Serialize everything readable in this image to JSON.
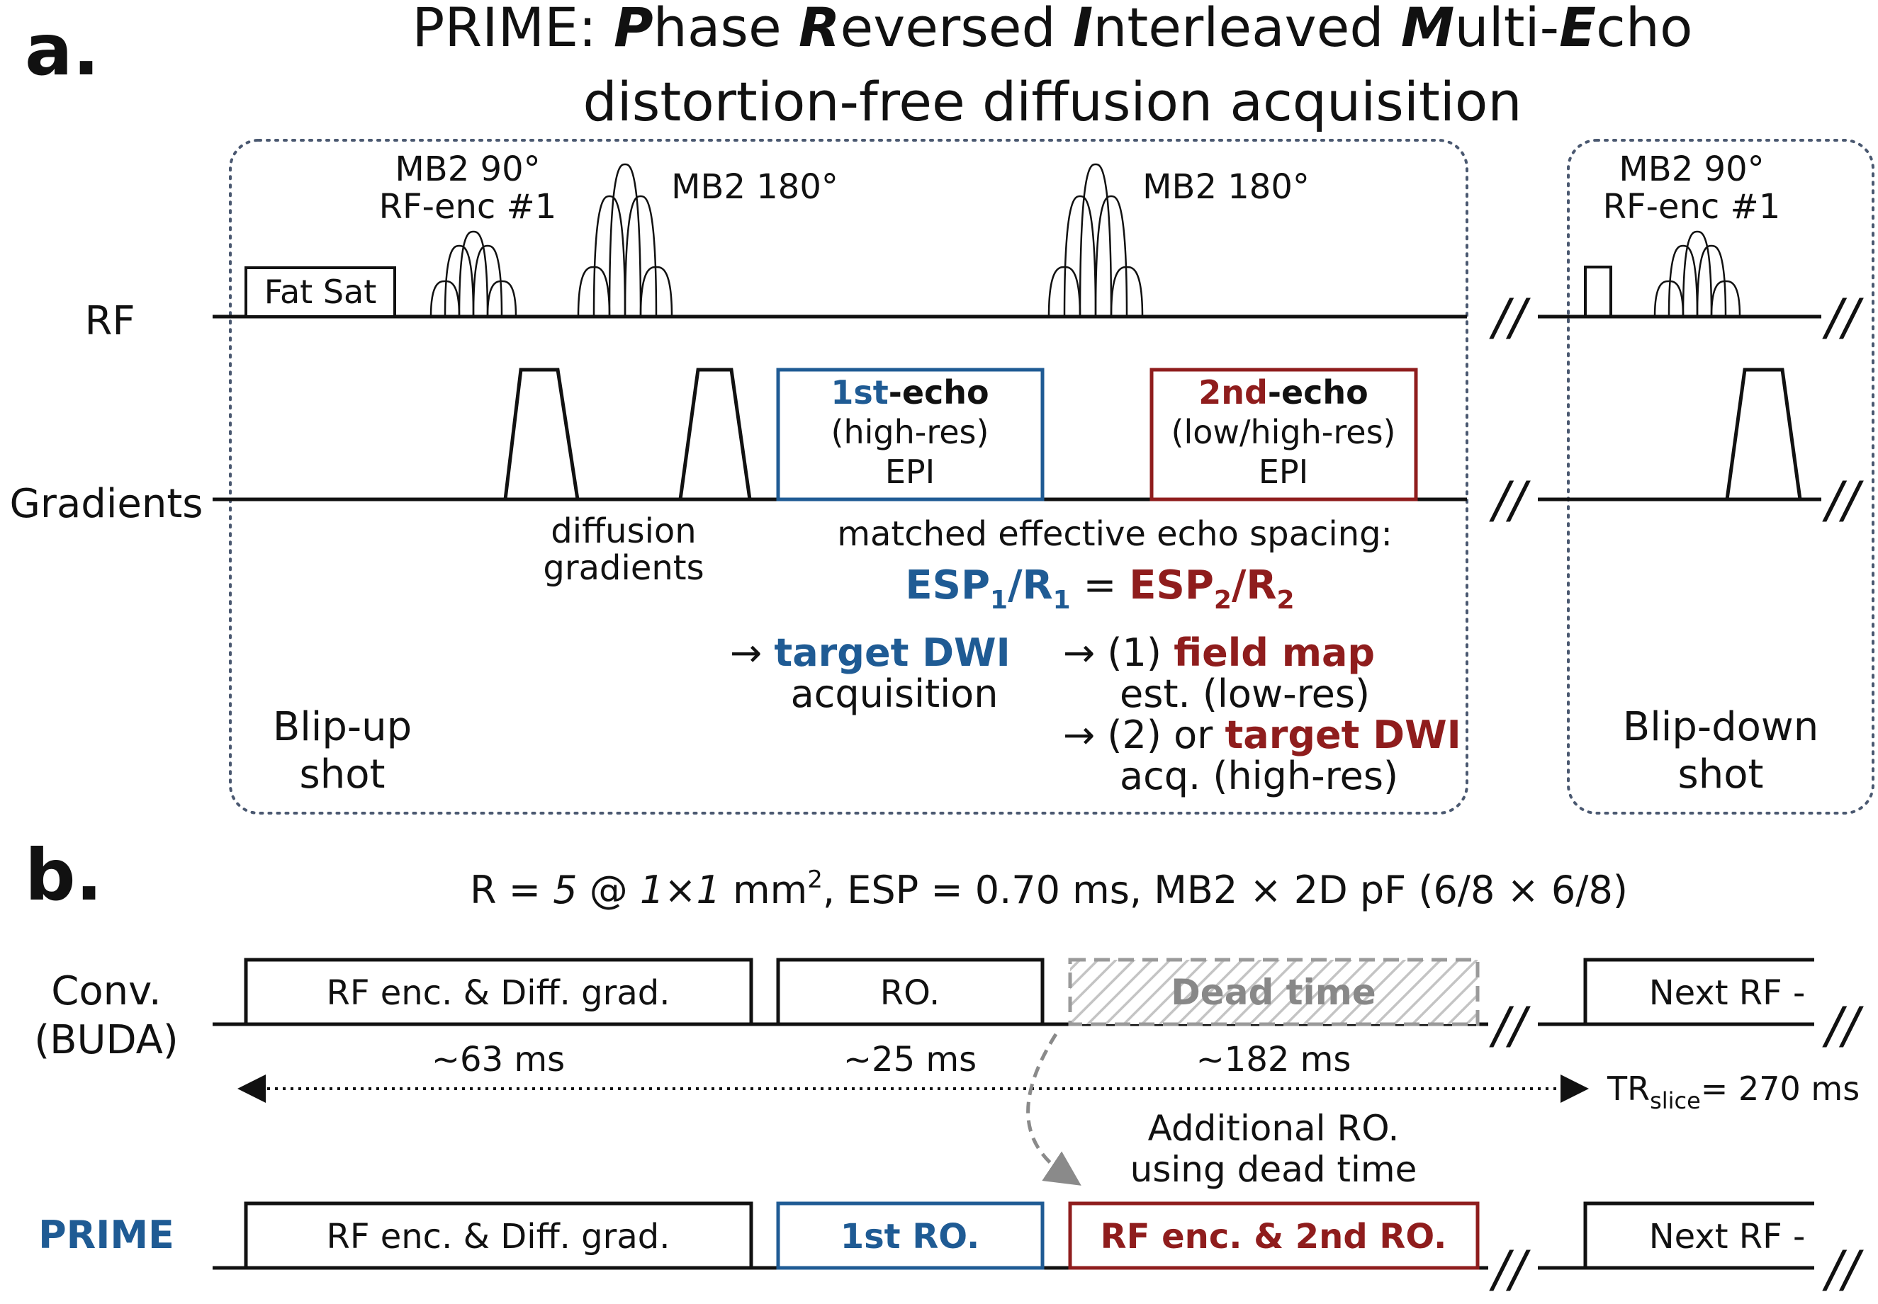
{
  "colors": {
    "black": "#111111",
    "blue": "#1f5b94",
    "red": "#8f1d1d",
    "gray": "#9a9a9a",
    "box_dotted": "#4a5870"
  },
  "panel_a": {
    "label": "a.",
    "title": {
      "line1": [
        {
          "text": "PRIME: ",
          "bold": false
        },
        {
          "text": "P",
          "bold": true
        },
        {
          "text": "hase ",
          "bold": false
        },
        {
          "text": "R",
          "bold": true
        },
        {
          "text": "eversed ",
          "bold": false
        },
        {
          "text": "I",
          "bold": true
        },
        {
          "text": "nterleaved ",
          "bold": false
        },
        {
          "text": "M",
          "bold": true
        },
        {
          "text": "ulti-",
          "bold": false
        },
        {
          "text": "E",
          "bold": true
        },
        {
          "text": "cho",
          "bold": false
        }
      ],
      "line2": "distortion-free diffusion acquisition"
    },
    "row_rf": "RF",
    "row_gradients": "Gradients",
    "fat_sat": "Fat Sat",
    "mb2_90_line1": "MB2 90°",
    "mb2_90_line2": "RF-enc #1",
    "mb2_180_a": "MB2 180°",
    "mb2_180_b": "MB2 180°",
    "diffusion_gradients_1": "diffusion",
    "diffusion_gradients_2": "gradients",
    "echo1": {
      "title_colored": "1st",
      "title_rest": "-echo",
      "line2": "(high-res)",
      "line3": "EPI"
    },
    "echo2": {
      "title_colored": "2nd",
      "title_rest": "-echo",
      "line2": "(low/high-res)",
      "line3": "EPI"
    },
    "matched_text": "matched effective echo spacing:",
    "formula": {
      "left": "ESP",
      "left_sub": "1",
      "left_r": "/R",
      "left_r_sub": "1",
      "eq": " = ",
      "right": "ESP",
      "right_sub": "2",
      "right_r": "/R",
      "right_r_sub": "2"
    },
    "target_dwi_arrow": "→",
    "target_dwi_colored": "target DWI",
    "target_dwi_line2": "acquisition",
    "opt1_arrow": "→",
    "opt1_prefix": "(1) ",
    "opt1_colored": "field map",
    "opt1_line2": "est. (low-res)",
    "opt2_arrow": "→",
    "opt2_prefix": "(2) or ",
    "opt2_colored": "target DWI",
    "opt2_line2": "acq. (high-res)",
    "blip_up_1": "Blip-up",
    "blip_up_2": "shot",
    "blip_down_1": "Blip-down",
    "blip_down_2": "shot",
    "break_mark": "//"
  },
  "panel_b": {
    "label": "b.",
    "params_prefix": "R = ",
    "params_r": "5",
    "params_at": " @ ",
    "params_res": "1×1",
    "params_unit": " mm",
    "params_sup": "2",
    "params_rest": ", ESP = 0.70 ms, MB2 × 2D pF (6/8 × 6/8)",
    "conv_line1": "Conv.",
    "conv_line2": "(BUDA)",
    "prime_label": "PRIME",
    "conv_box1": "RF enc. & Diff. grad.",
    "conv_box2": "RO.",
    "conv_box3": "Dead time",
    "conv_box4": "Next RF -",
    "time1": "~63 ms",
    "time2": "~25 ms",
    "time3": "~182 ms",
    "tr_prefix": "TR",
    "tr_sub": "slice",
    "tr_value": "= 270 ms",
    "additional_1": "Additional RO.",
    "additional_2": "using dead time",
    "prime_box1": "RF enc. & Diff. grad.",
    "prime_box2": "1st RO.",
    "prime_box3": "RF enc. & 2nd RO.",
    "prime_box4": "Next RF -"
  }
}
